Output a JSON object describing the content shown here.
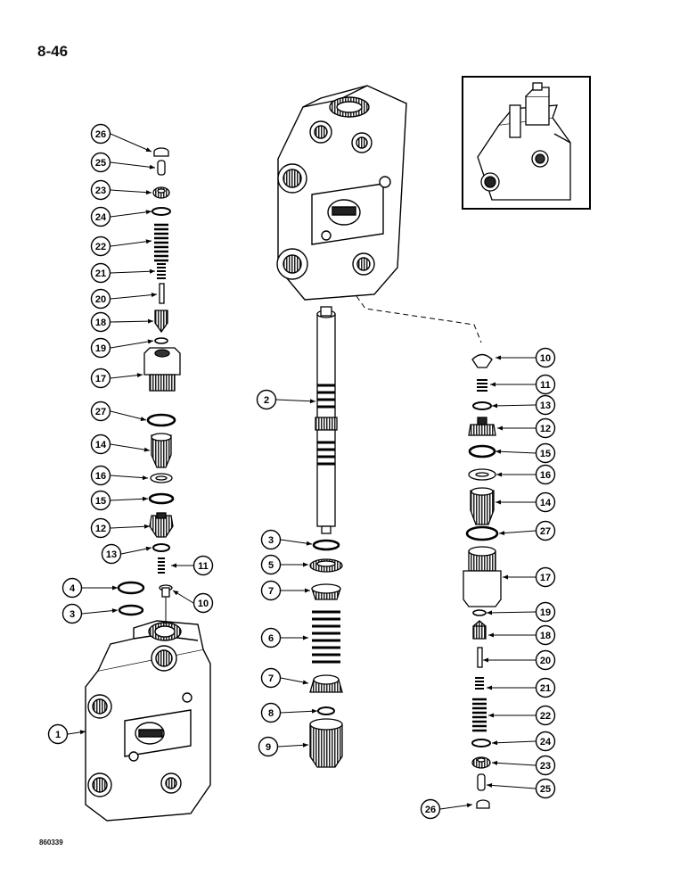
{
  "page_number": "8-46",
  "figure_code": "860339",
  "callouts": {
    "left": [
      {
        "number": "26"
      },
      {
        "number": "25"
      },
      {
        "number": "23"
      },
      {
        "number": "24"
      },
      {
        "number": "22"
      },
      {
        "number": "21"
      },
      {
        "number": "20"
      },
      {
        "number": "18"
      },
      {
        "number": "19"
      },
      {
        "number": "17"
      },
      {
        "number": "27"
      },
      {
        "number": "14"
      },
      {
        "number": "16"
      },
      {
        "number": "15"
      },
      {
        "number": "12"
      },
      {
        "number": "13"
      },
      {
        "number": "11"
      },
      {
        "number": "4"
      },
      {
        "number": "10"
      },
      {
        "number": "3"
      },
      {
        "number": "1"
      }
    ],
    "center": [
      {
        "number": "2"
      },
      {
        "number": "3"
      },
      {
        "number": "5"
      },
      {
        "number": "7"
      },
      {
        "number": "6"
      },
      {
        "number": "7"
      },
      {
        "number": "8"
      },
      {
        "number": "9"
      }
    ],
    "right": [
      {
        "number": "10"
      },
      {
        "number": "11"
      },
      {
        "number": "13"
      },
      {
        "number": "12"
      },
      {
        "number": "15"
      },
      {
        "number": "16"
      },
      {
        "number": "14"
      },
      {
        "number": "27"
      },
      {
        "number": "17"
      },
      {
        "number": "19"
      },
      {
        "number": "18"
      },
      {
        "number": "20"
      },
      {
        "number": "21"
      },
      {
        "number": "22"
      },
      {
        "number": "24"
      },
      {
        "number": "23"
      },
      {
        "number": "25"
      },
      {
        "number": "26"
      }
    ]
  }
}
